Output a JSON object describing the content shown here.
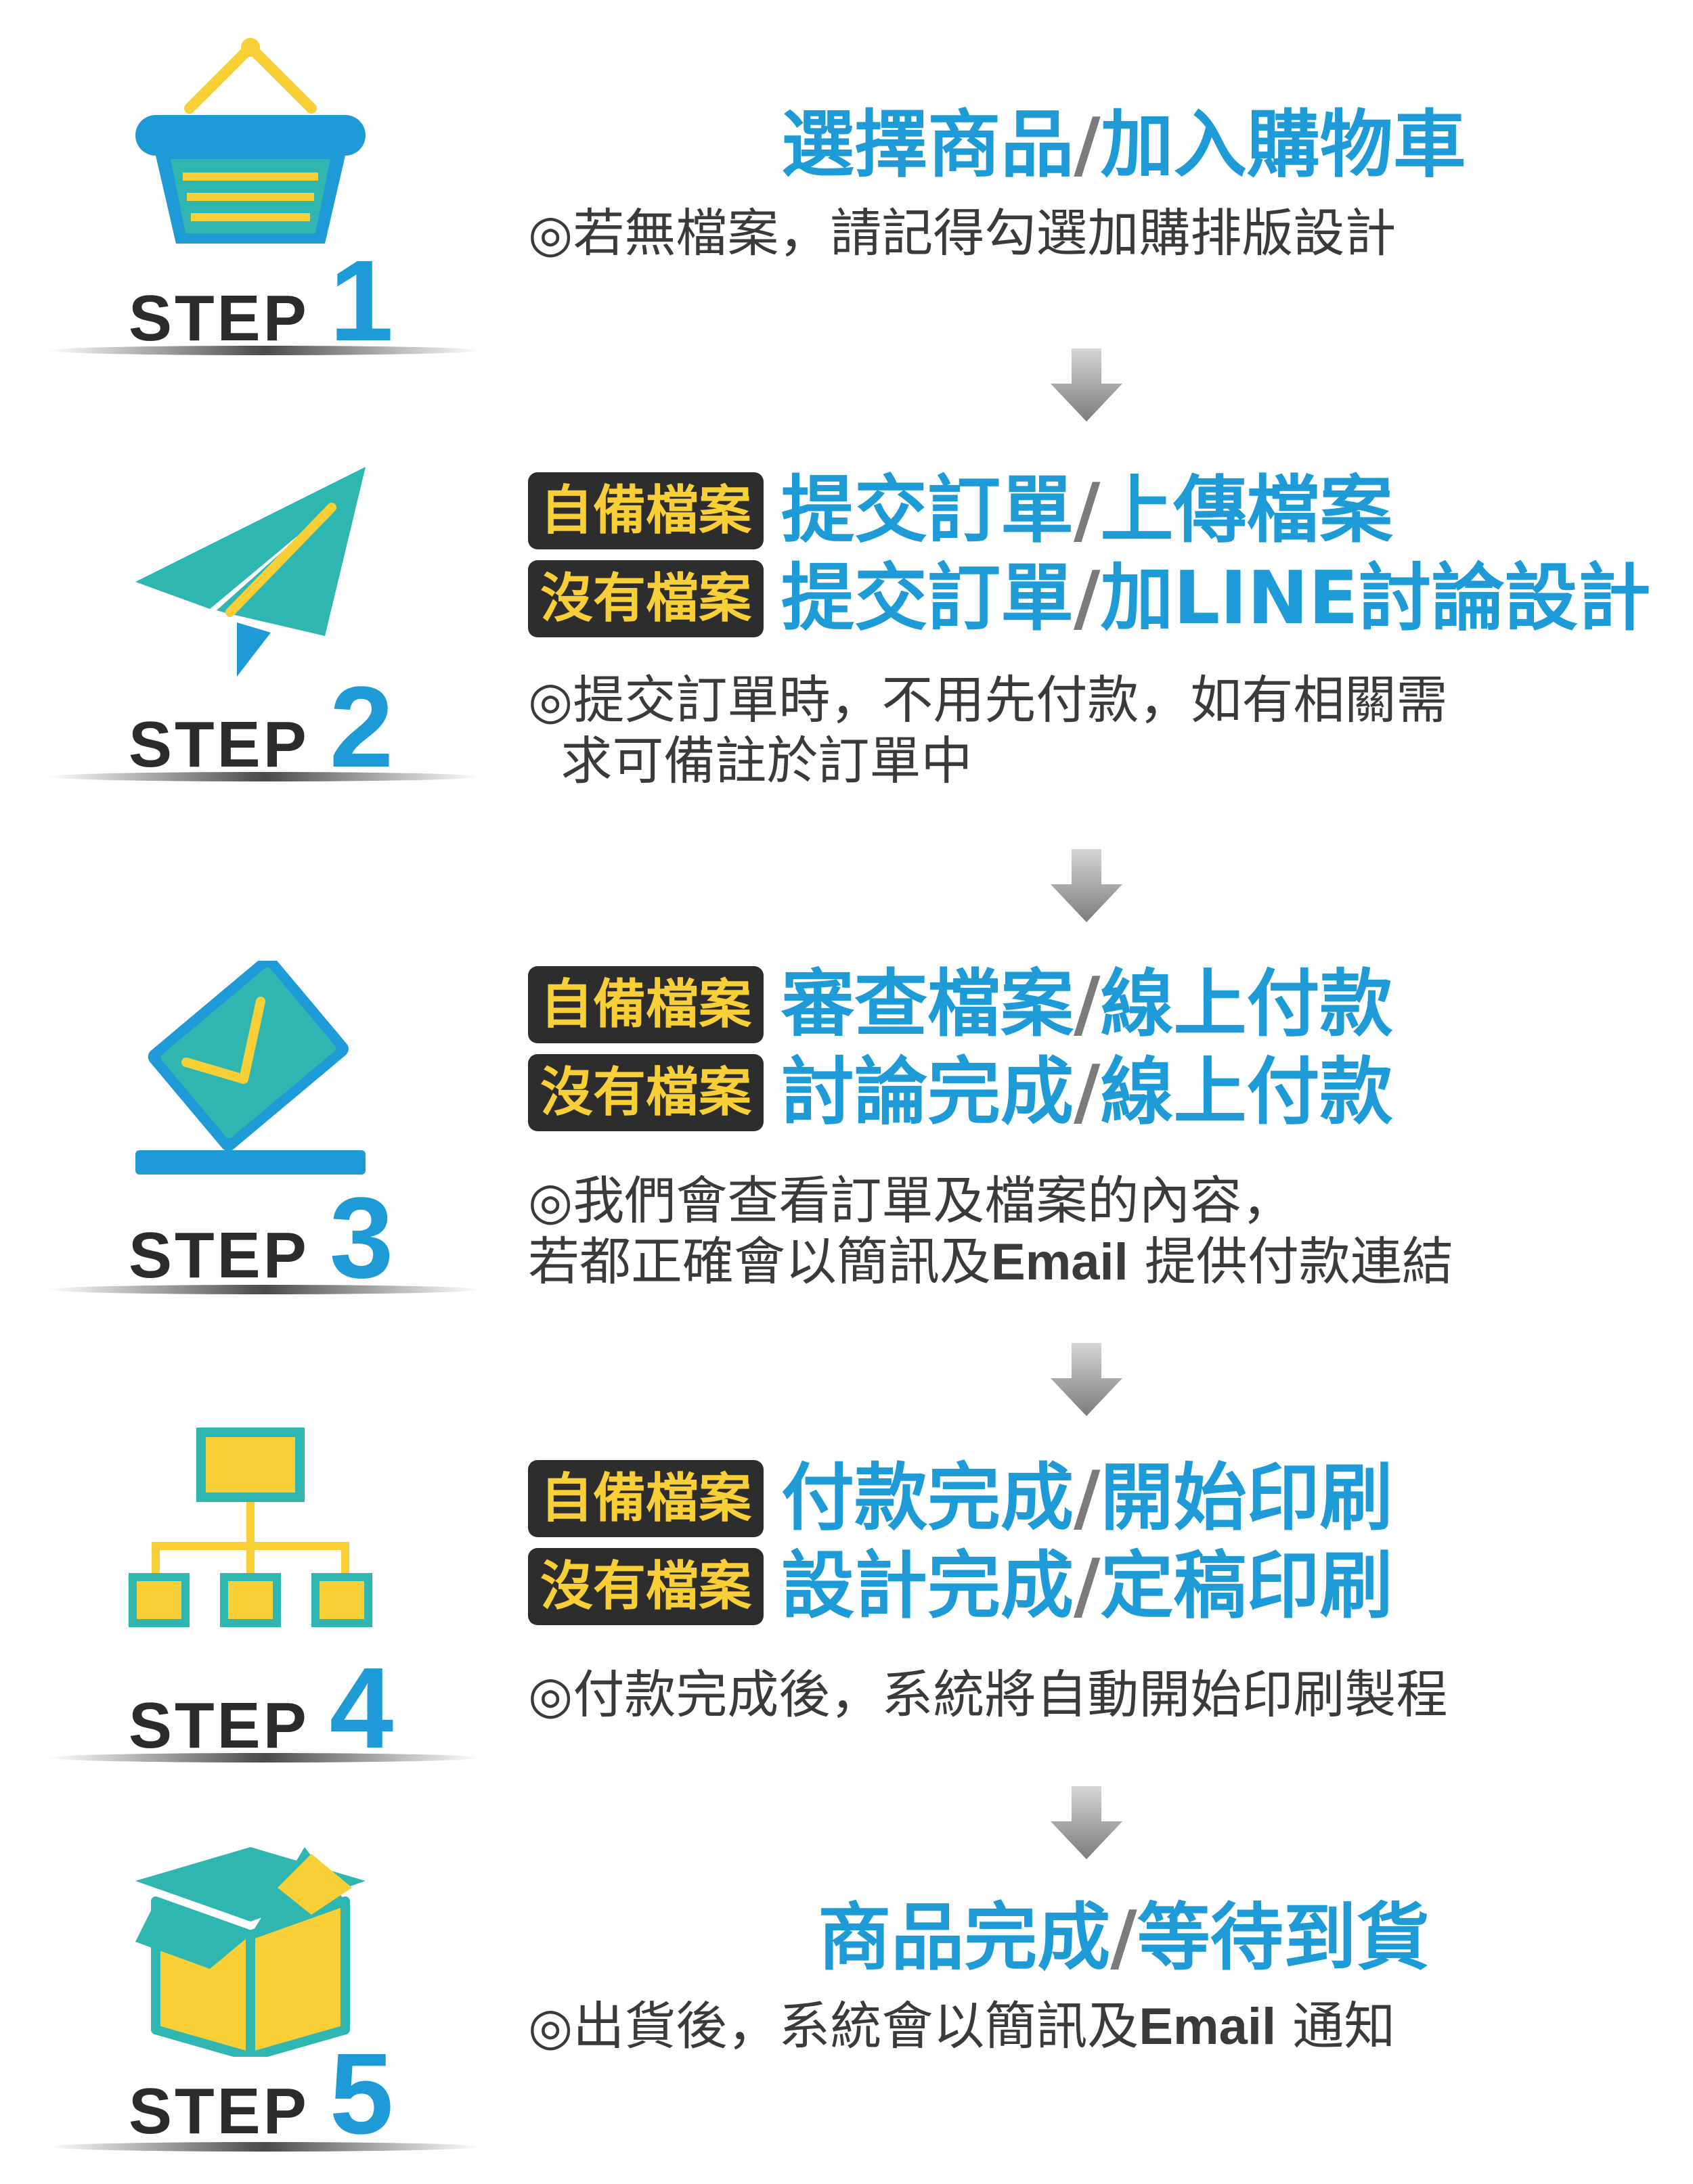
{
  "colors": {
    "accent_blue": "#1e9ad6",
    "yellow": "#f9cf37",
    "teal": "#2fb6b0",
    "dark": "#2d2d2d",
    "arrow_gray": "#8a8a8a"
  },
  "step_word": "STEP",
  "steps": [
    {
      "number": "1",
      "icon": "shopping-basket-icon",
      "title_a": "選擇商品",
      "sep": "/",
      "title_b": "加入購物車",
      "note": "◎若無檔案，請記得勾選加購排版設計"
    },
    {
      "number": "2",
      "icon": "paper-plane-icon",
      "rows": [
        {
          "tag": "自備檔案",
          "title_a": "提交訂單",
          "sep": "/",
          "title_b": "上傳檔案"
        },
        {
          "tag": "沒有檔案",
          "title_a": "提交訂單",
          "sep": "/",
          "title_b": "加LINE討論設計"
        }
      ],
      "note_line1": "◎提交訂單時，不用先付款，如有相關需",
      "note_line2": "  求可備註於訂單中"
    },
    {
      "number": "3",
      "icon": "ballot-check-icon",
      "rows": [
        {
          "tag": "自備檔案",
          "title_a": "審查檔案",
          "sep": "/",
          "title_b": "線上付款"
        },
        {
          "tag": "沒有檔案",
          "title_a": "討論完成",
          "sep": "/",
          "title_b": "線上付款"
        }
      ],
      "note_line1": "◎我們會查看訂單及檔案的內容，",
      "note_line2a": "若都正確會以簡訊及",
      "note_line2b": "Email",
      "note_line2c": " 提供付款連結"
    },
    {
      "number": "4",
      "icon": "sitemap-icon",
      "rows": [
        {
          "tag": "自備檔案",
          "title_a": "付款完成",
          "sep": "/",
          "title_b": "開始印刷"
        },
        {
          "tag": "沒有檔案",
          "title_a": "設計完成",
          "sep": "/",
          "title_b": "定稿印刷"
        }
      ],
      "note": "◎付款完成後，系統將自動開始印刷製程"
    },
    {
      "number": "5",
      "icon": "open-box-icon",
      "title_a": "商品完成",
      "sep": "/",
      "title_b": "等待到貨",
      "note_a": "◎出貨後，系統會以簡訊及",
      "note_b": "Email",
      "note_c": " 通知"
    }
  ]
}
